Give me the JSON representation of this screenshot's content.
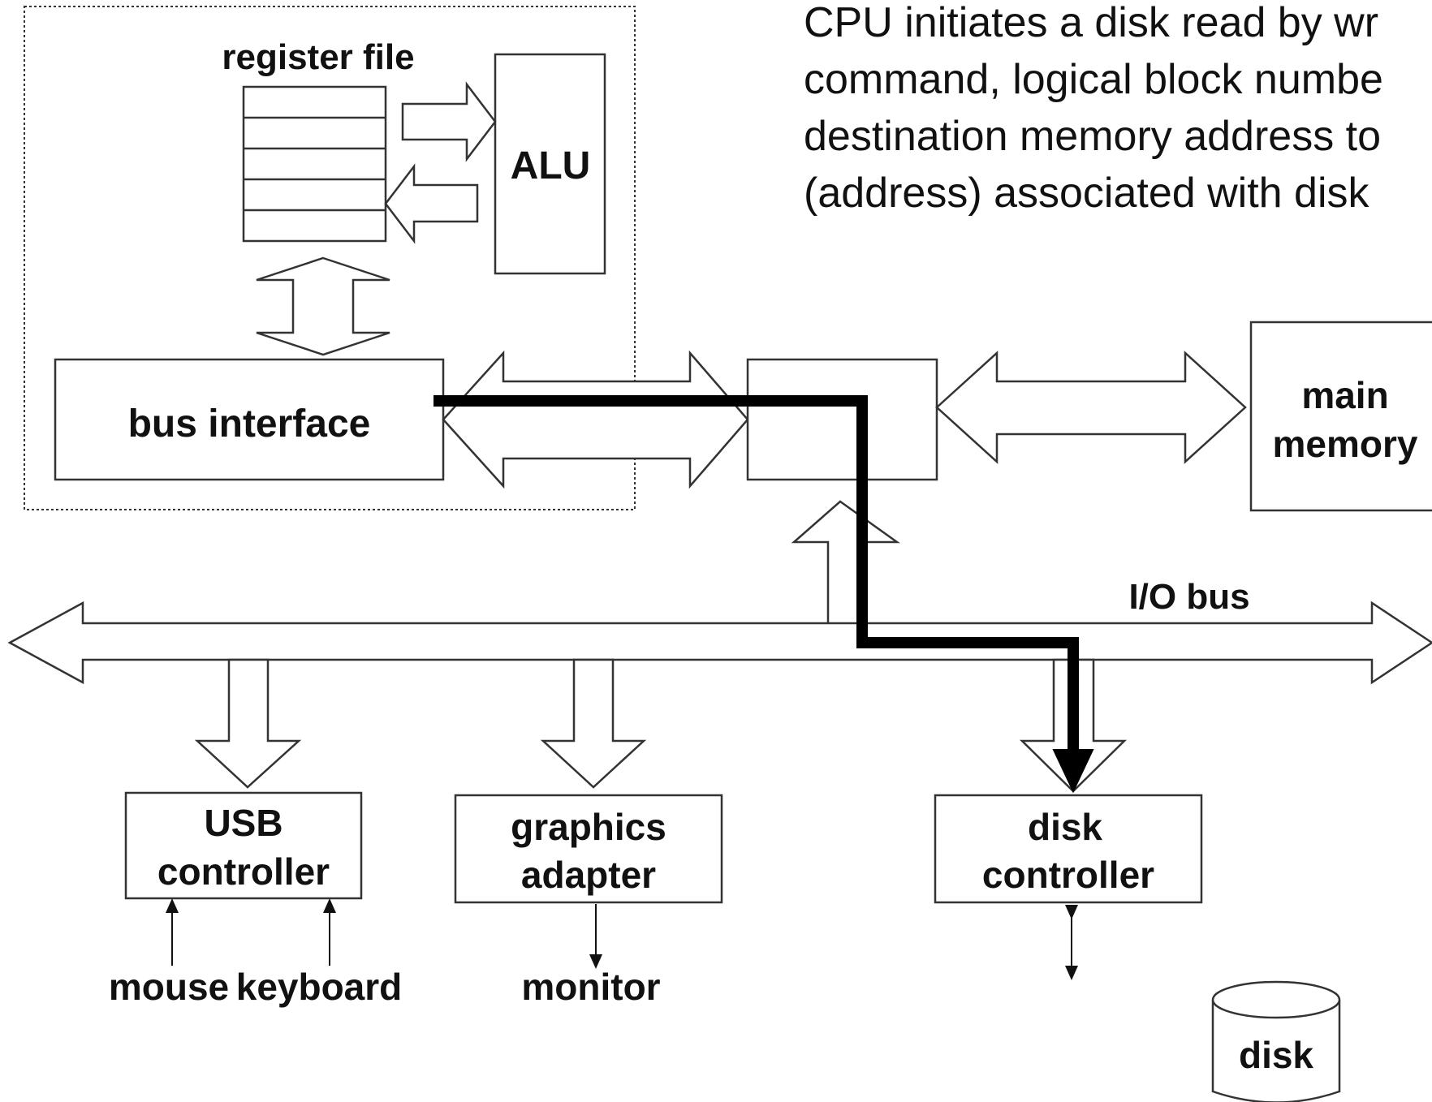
{
  "caption": {
    "line1": "CPU initiates a disk read by wr",
    "line2": "command, logical block numbe",
    "line3": "destination memory address to",
    "line4": "(address) associated with disk"
  },
  "cpu": {
    "register_file": "register file",
    "alu": "ALU",
    "bus_interface": "bus interface"
  },
  "main_memory": {
    "line1": "main",
    "line2": "memory"
  },
  "io_bus": "I/O bus",
  "usb_controller": {
    "line1": "USB",
    "line2": "controller"
  },
  "graphics_adapter": {
    "line1": "graphics",
    "line2": "adapter"
  },
  "disk_controller": {
    "line1": "disk",
    "line2": "controller"
  },
  "devices": {
    "mouse": "mouse",
    "keyboard": "keyboard",
    "monitor": "monitor",
    "disk": "disk"
  }
}
